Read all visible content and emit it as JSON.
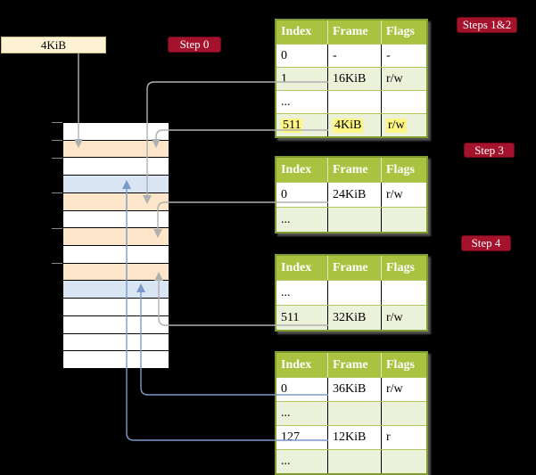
{
  "colors": {
    "background": "#000000",
    "table_header_bg": "#a9c23f",
    "table_row_alt_bg": "#ecf1da",
    "table_border": "#7d9b2f",
    "highlight_yellow": "#fdf584",
    "step_label_bg": "#a4122b",
    "memory_peach": "#fce5c8",
    "memory_blue": "#d9e5f3",
    "gray_arrow": "#b0b0b0",
    "blue_arrow": "#7b9ac9",
    "size_box_bg": "#fdf2d2",
    "size_box_border": "#cdb97e"
  },
  "size_box": {
    "label": "4KiB"
  },
  "step_labels": {
    "step0": "Step 0",
    "steps12": "Steps 1&2",
    "step3": "Step 3",
    "step4": "Step 4"
  },
  "memory_column": {
    "rows": [
      {
        "color": "white"
      },
      {
        "color": "peach"
      },
      {
        "color": "white"
      },
      {
        "color": "blue"
      },
      {
        "color": "peach"
      },
      {
        "color": "white"
      },
      {
        "color": "peach"
      },
      {
        "color": "white"
      },
      {
        "color": "peach"
      },
      {
        "color": "blue"
      },
      {
        "color": "white"
      },
      {
        "color": "white"
      },
      {
        "color": "white"
      },
      {
        "color": "white"
      }
    ]
  },
  "tables": [
    {
      "name": "page-table-steps-1-2",
      "headers": [
        "Index",
        "Frame",
        "Flags"
      ],
      "rows": [
        {
          "cells": [
            "0",
            "-",
            "-"
          ],
          "shaded": false,
          "highlight": false
        },
        {
          "cells": [
            "1",
            "16KiB",
            "r/w"
          ],
          "shaded": true,
          "highlight": false
        },
        {
          "cells": [
            "...",
            "",
            ""
          ],
          "shaded": false,
          "highlight": false
        },
        {
          "cells": [
            "511",
            "4KiB",
            "r/w"
          ],
          "shaded": true,
          "highlight": true
        }
      ]
    },
    {
      "name": "page-table-step-3",
      "headers": [
        "Index",
        "Frame",
        "Flags"
      ],
      "rows": [
        {
          "cells": [
            "0",
            "24KiB",
            "r/w"
          ],
          "shaded": false,
          "highlight": false
        },
        {
          "cells": [
            "...",
            "",
            ""
          ],
          "shaded": true,
          "highlight": false
        }
      ]
    },
    {
      "name": "page-table-step-4",
      "headers": [
        "Index",
        "Frame",
        "Flags"
      ],
      "rows": [
        {
          "cells": [
            "...",
            "",
            ""
          ],
          "shaded": false,
          "highlight": false
        },
        {
          "cells": [
            "511",
            "32KiB",
            "r/w"
          ],
          "shaded": true,
          "highlight": false
        }
      ]
    },
    {
      "name": "page-table-final",
      "headers": [
        "Index",
        "Frame",
        "Flags"
      ],
      "rows": [
        {
          "cells": [
            "0",
            "36KiB",
            "r/w"
          ],
          "shaded": false,
          "highlight": false
        },
        {
          "cells": [
            "...",
            "",
            ""
          ],
          "shaded": true,
          "highlight": false
        },
        {
          "cells": [
            "127",
            "12KiB",
            "r"
          ],
          "shaded": false,
          "highlight": false
        },
        {
          "cells": [
            "...",
            "",
            ""
          ],
          "shaded": true,
          "highlight": false
        }
      ]
    }
  ]
}
